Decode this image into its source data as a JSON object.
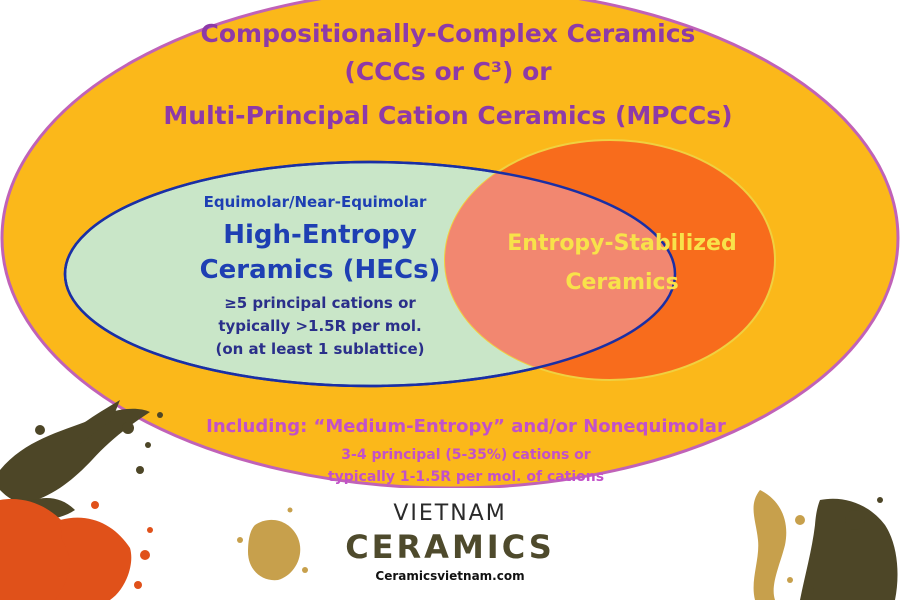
{
  "colors": {
    "outer_fill": "#fbb81a",
    "outer_stroke": "#c062b8",
    "hec_fill": "#c9e6c8",
    "hec_stroke": "#1a2fa5",
    "esc_fill": "#f86c1c",
    "esc_stroke": "#f0d040",
    "overlap_fill": "#f28770",
    "splash_dark": "#4d4627",
    "splash_tan": "#c7a04c",
    "splash_orange": "#e0511a"
  },
  "outer": {
    "title_line1": "Compositionally-Complex Ceramics",
    "title_line2": "(CCCs or C³) or",
    "title_line3": "Multi-Principal Cation Ceramics (MPCCs)"
  },
  "hec": {
    "subtitle": "Equimolar/Near-Equimolar",
    "title_line1": "High-Entropy",
    "title_line2": "Ceramics (HECs)",
    "cond_line1": "≥5 principal cations or",
    "cond_line2": "typically >1.5R per mol.",
    "cond_line3": "(on at least 1 sublattice)"
  },
  "esc": {
    "line1": "Entropy-Stabilized",
    "line2": "Ceramics"
  },
  "including": {
    "line1": "Including: “Medium-Entropy” and/or Nonequimolar",
    "line2": "3-4 principal (5-35%) cations or",
    "line3": "typically 1-1.5R per mol. of cations"
  },
  "brand": {
    "top": "VIETNAM",
    "main": "CERAMICS",
    "url": "Ceramicsvietnam.com"
  }
}
